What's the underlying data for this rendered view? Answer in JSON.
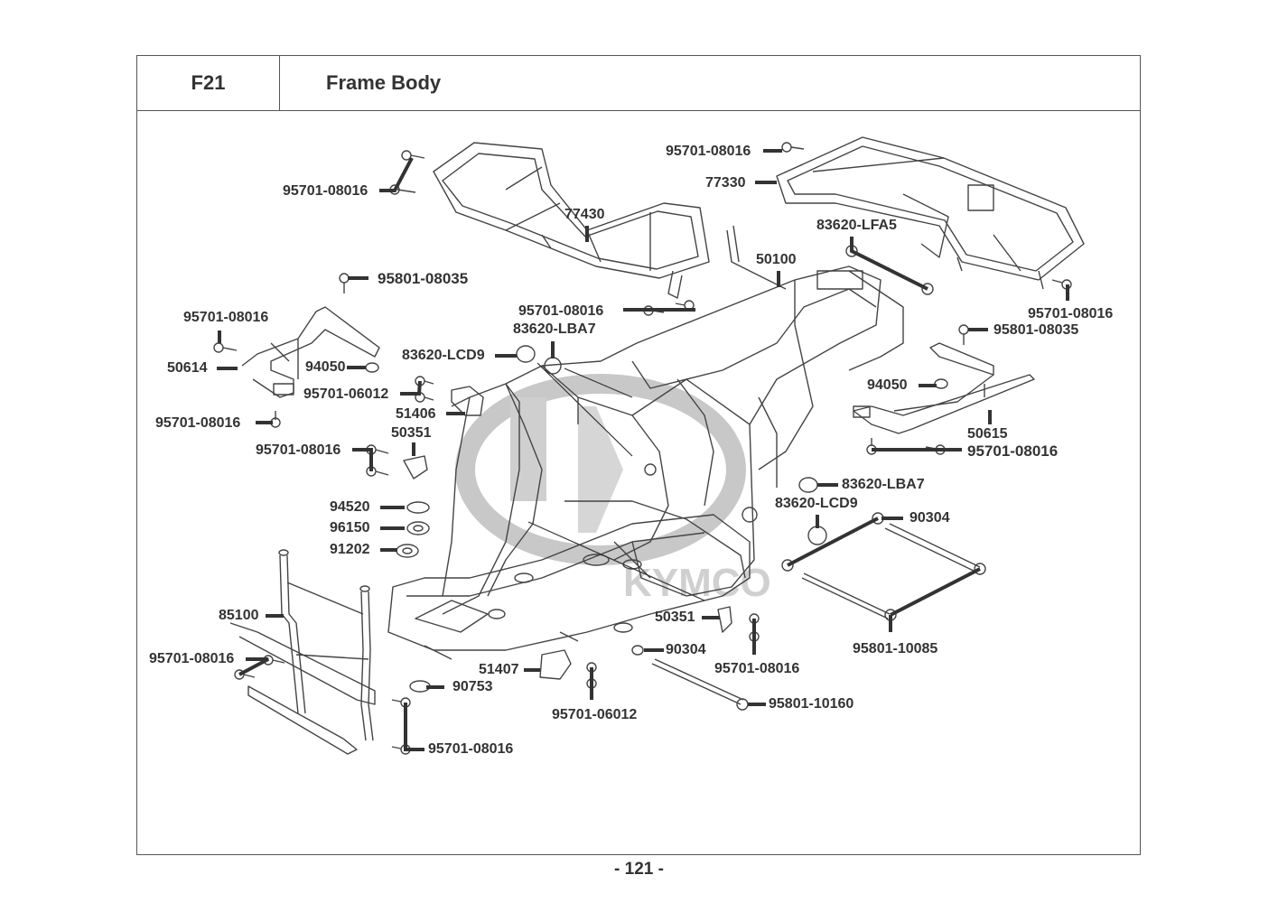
{
  "header": {
    "section_code": "F21",
    "title": "Frame Body"
  },
  "footer": {
    "page_number": "- 121 -"
  },
  "watermark": {
    "text": "KYMCO"
  },
  "callouts": [
    {
      "part": "95701-08016",
      "ref": "rear-carrier-bolt"
    },
    {
      "part": "77430",
      "ref": "front-carrier"
    },
    {
      "part": "95701-08016",
      "ref": "front-carrier-bolt"
    },
    {
      "part": "77330",
      "ref": "rear-carrier"
    },
    {
      "part": "83620-LFA5",
      "ref": "frame-cap"
    },
    {
      "part": "50100",
      "ref": "frame-body"
    },
    {
      "part": "95801-08035",
      "ref": "left-step-bolt"
    },
    {
      "part": "95701-08016",
      "ref": "frame-mid-bolt"
    },
    {
      "part": "83620-LBA7",
      "ref": "plug-left"
    },
    {
      "part": "95701-08016",
      "ref": "rear-carrier-right-bolt"
    },
    {
      "part": "95801-08035",
      "ref": "right-step-bolt"
    },
    {
      "part": "95701-08016",
      "ref": "left-step-upper-bolt"
    },
    {
      "part": "83620-LCD9",
      "ref": "cap-left"
    },
    {
      "part": "50614",
      "ref": "left-footrest"
    },
    {
      "part": "94050",
      "ref": "rubber-left"
    },
    {
      "part": "95701-06012",
      "ref": "bracket-bolt-upper"
    },
    {
      "part": "94050",
      "ref": "rubber-right"
    },
    {
      "part": "51406",
      "ref": "bracket-upper"
    },
    {
      "part": "95701-08016",
      "ref": "left-step-lower-bolt"
    },
    {
      "part": "50351",
      "ref": "mount-upper"
    },
    {
      "part": "50615",
      "ref": "right-footrest"
    },
    {
      "part": "95701-08016",
      "ref": "mount-bolts-left"
    },
    {
      "part": "95701-08016",
      "ref": "right-step-lower-bolt"
    },
    {
      "part": "83620-LBA7",
      "ref": "plug-right"
    },
    {
      "part": "83620-LCD9",
      "ref": "cap-right"
    },
    {
      "part": "94520",
      "ref": "circlip"
    },
    {
      "part": "96150",
      "ref": "bearing-1"
    },
    {
      "part": "90304",
      "ref": "nut-upper"
    },
    {
      "part": "91202",
      "ref": "oil-seal"
    },
    {
      "part": "85100",
      "ref": "front-bumper"
    },
    {
      "part": "50351",
      "ref": "mount-lower"
    },
    {
      "part": "95801-10085",
      "ref": "long-bolts"
    },
    {
      "part": "95701-08016",
      "ref": "bumper-bolts"
    },
    {
      "part": "90304",
      "ref": "nut-lower"
    },
    {
      "part": "51407",
      "ref": "bracket-lower"
    },
    {
      "part": "95701-08016",
      "ref": "mount-lower-bolts"
    },
    {
      "part": "90753",
      "ref": "collar"
    },
    {
      "part": "95801-10160",
      "ref": "pivot-bolt"
    },
    {
      "part": "95701-06012",
      "ref": "bracket-bolt-lower"
    },
    {
      "part": "95701-08016",
      "ref": "bumper-lower-bolts"
    }
  ]
}
